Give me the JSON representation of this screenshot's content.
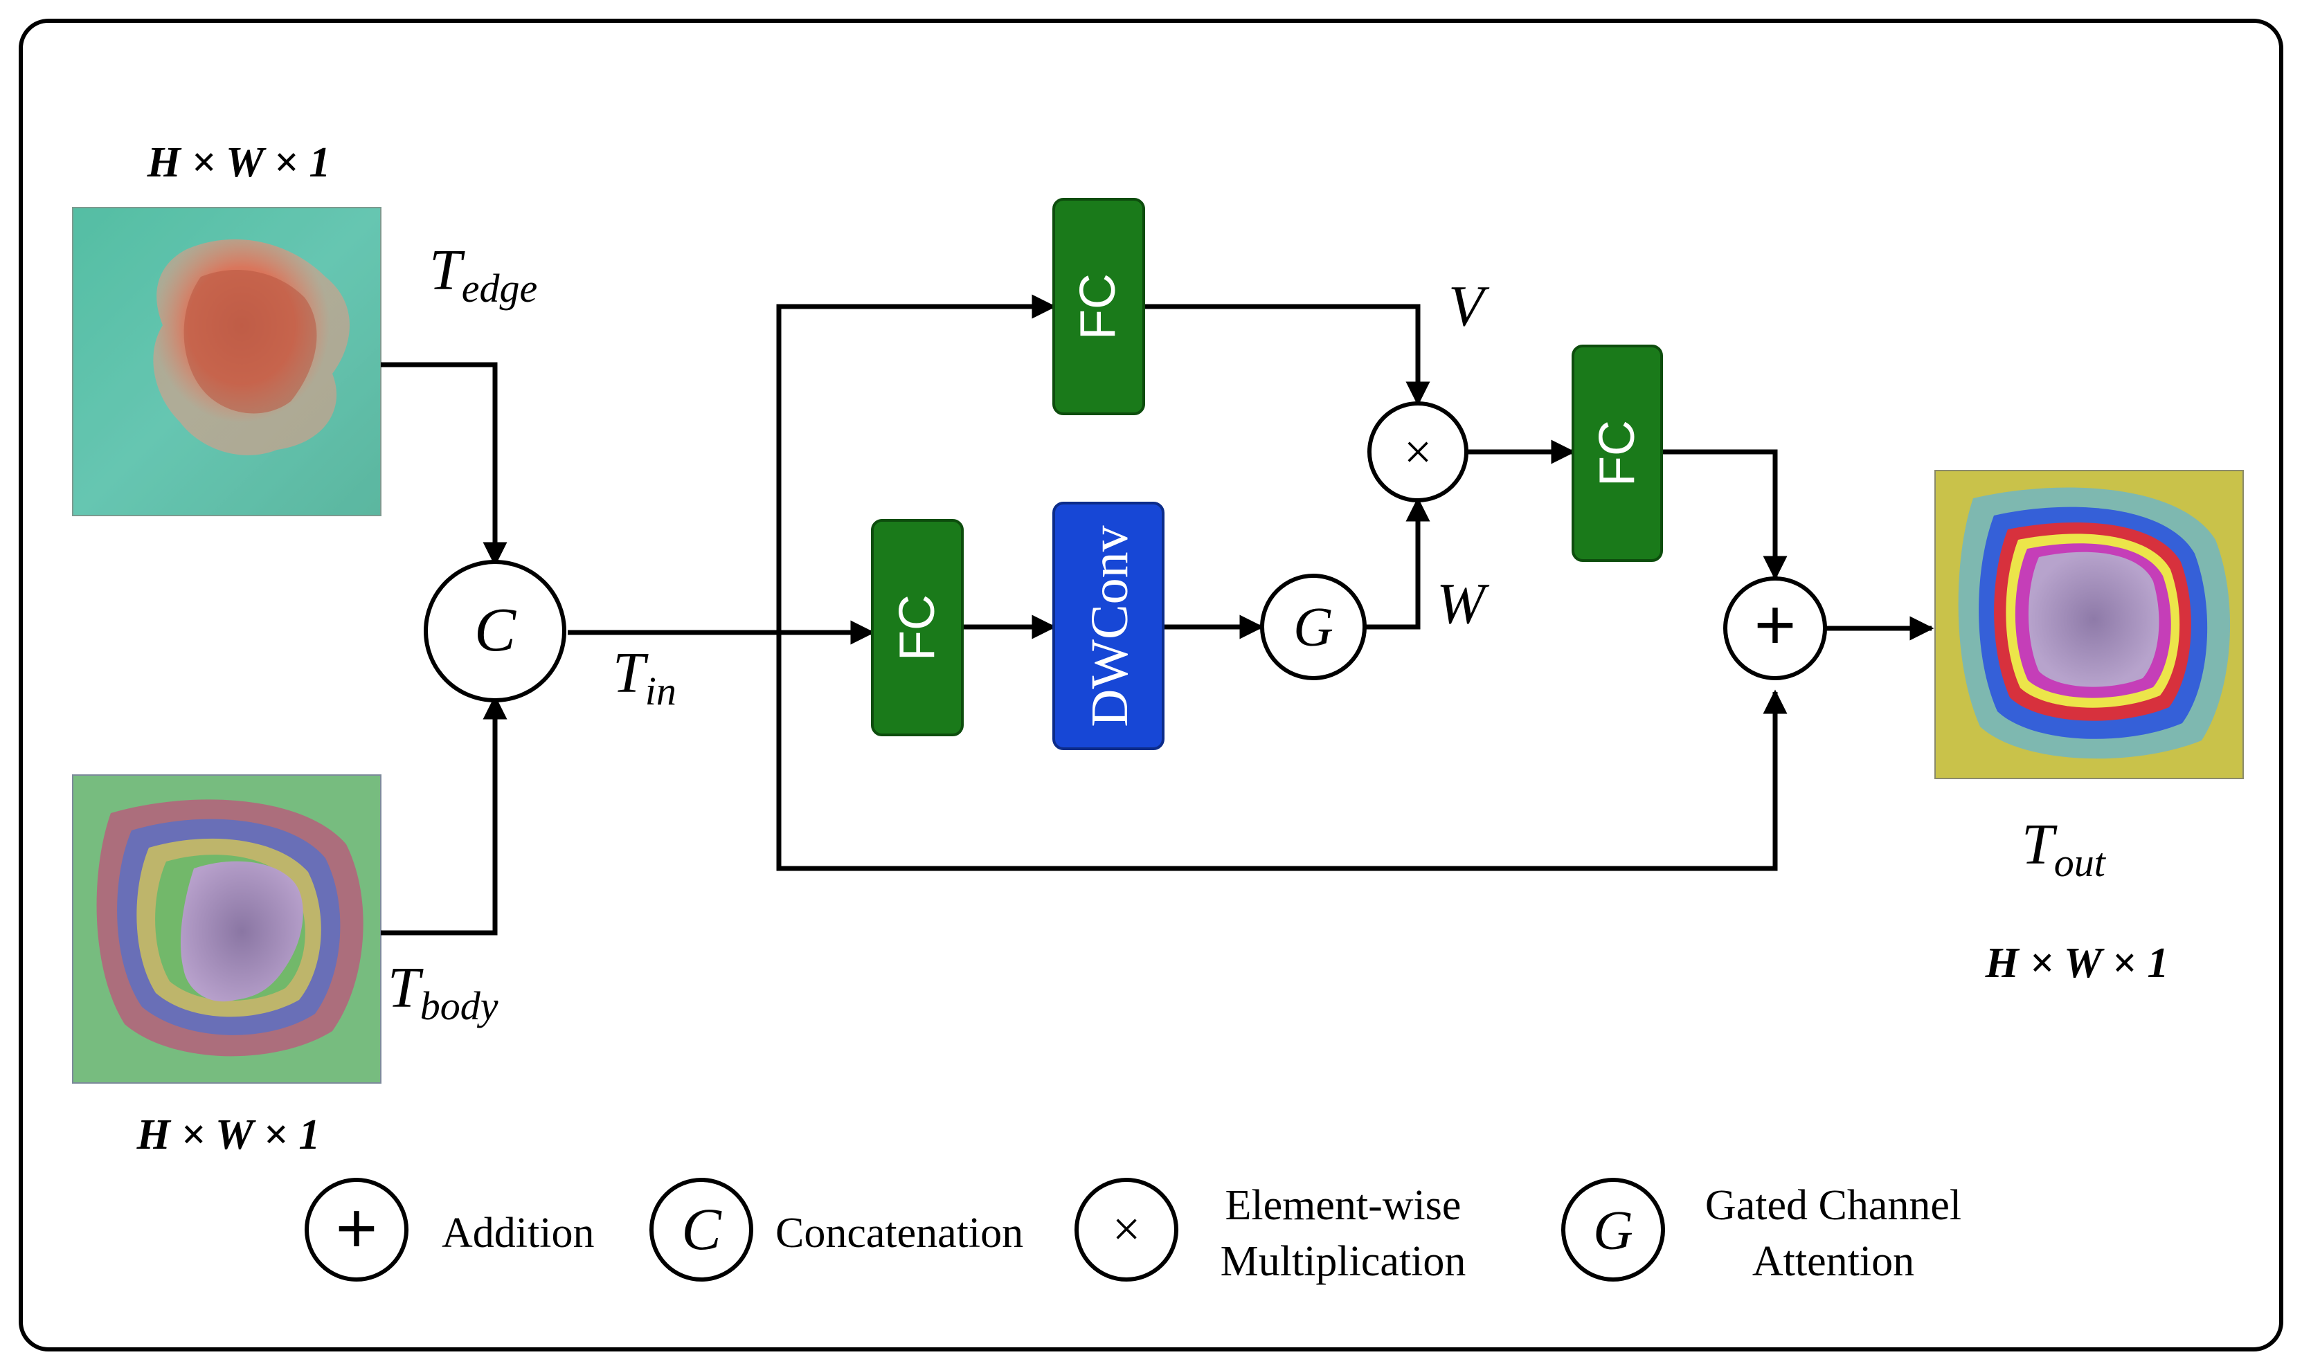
{
  "inputs": {
    "edge": {
      "dim_label": "H × W × 1",
      "name_base": "T",
      "name_sub": "edge"
    },
    "body": {
      "dim_label": "H × W × 1",
      "name_base": "T",
      "name_sub": "body"
    }
  },
  "concat": {
    "symbol": "C",
    "out_base": "T",
    "out_sub": "in"
  },
  "blocks": {
    "fc_top": "FC",
    "fc_mid": "FC",
    "dwconv": "DWConv",
    "fc_right": "FC"
  },
  "ops": {
    "gate_symbol": "G",
    "mult_symbol": "×",
    "add_symbol": "+",
    "v_label": "V",
    "w_label": "W"
  },
  "output": {
    "name_base": "T",
    "name_sub": "out",
    "dim_label": "H × W × 1"
  },
  "legend": {
    "addition": {
      "symbol": "+",
      "label": "Addition"
    },
    "concatenation": {
      "symbol": "C",
      "label": "Concatenation"
    },
    "multiplication": {
      "symbol": "×",
      "label_line1": "Element-wise",
      "label_line2": "Multiplication"
    },
    "gated": {
      "symbol": "G",
      "label_line1": "Gated Channel",
      "label_line2": "Attention"
    }
  },
  "colors": {
    "fc_green": "#1a7a1a",
    "dwconv_blue": "#1747d6",
    "line": "#000000"
  }
}
